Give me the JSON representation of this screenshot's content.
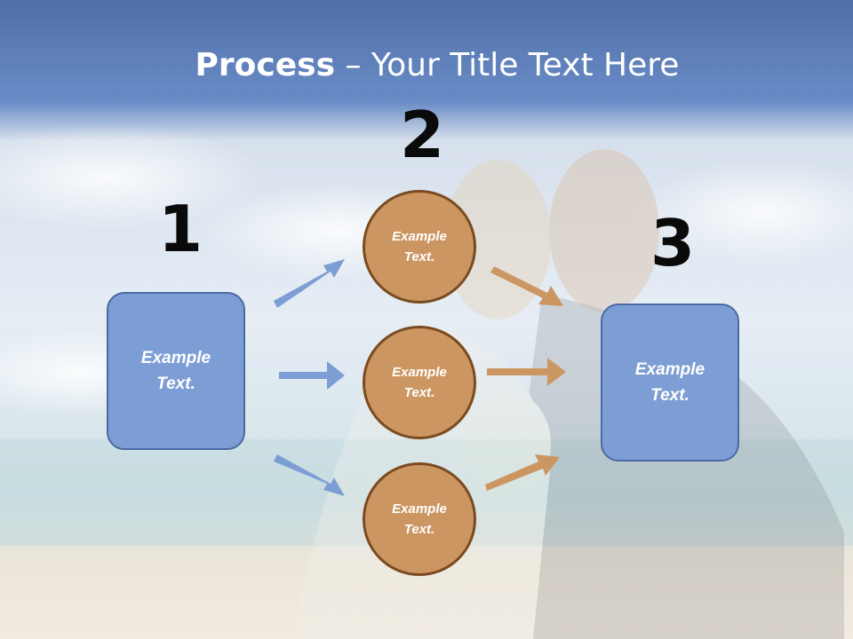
{
  "title": {
    "bold": "Process",
    "rest": " – Your Title Text Here"
  },
  "steps": [
    {
      "number": "1",
      "text": "Example Text."
    },
    {
      "number": "2",
      "items": [
        "Example Text.",
        "Example Text.",
        "Example Text."
      ]
    },
    {
      "number": "3",
      "text": "Example Text."
    }
  ],
  "colors": {
    "box_fill": "#7d9ed4",
    "circle_fill": "#cc9662",
    "blue_arrow": "#7d9ed4",
    "orange_arrow": "#cc9662"
  }
}
